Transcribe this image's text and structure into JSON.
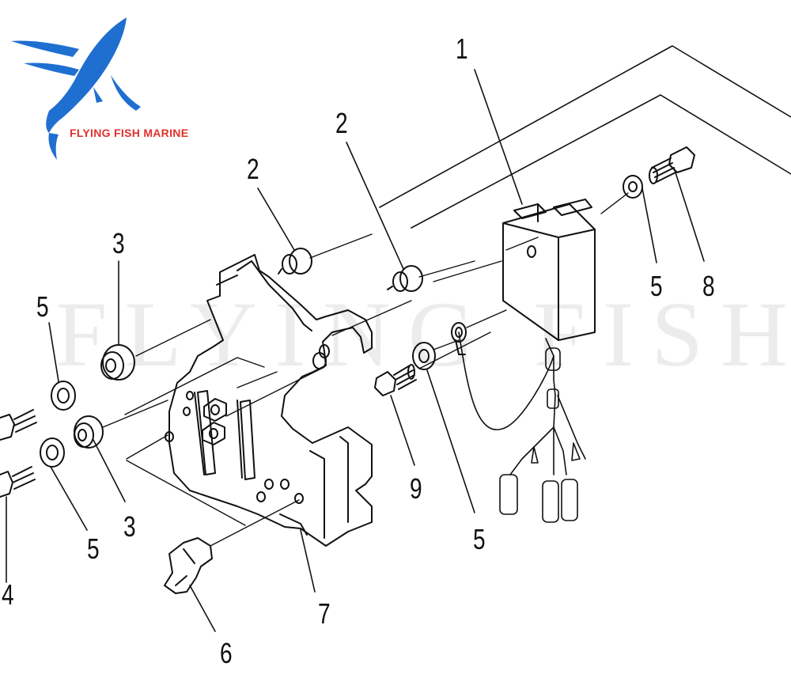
{
  "brand": {
    "name": "FLYING FISH MARINE",
    "logo_color": "#1f6fd1",
    "text_color": "#e0312b"
  },
  "watermark": "FLYING FISH",
  "part_callouts": [
    "1",
    "2",
    "2",
    "3",
    "5",
    "5",
    "8",
    "5",
    "9",
    "3",
    "4",
    "5",
    "6",
    "7"
  ]
}
